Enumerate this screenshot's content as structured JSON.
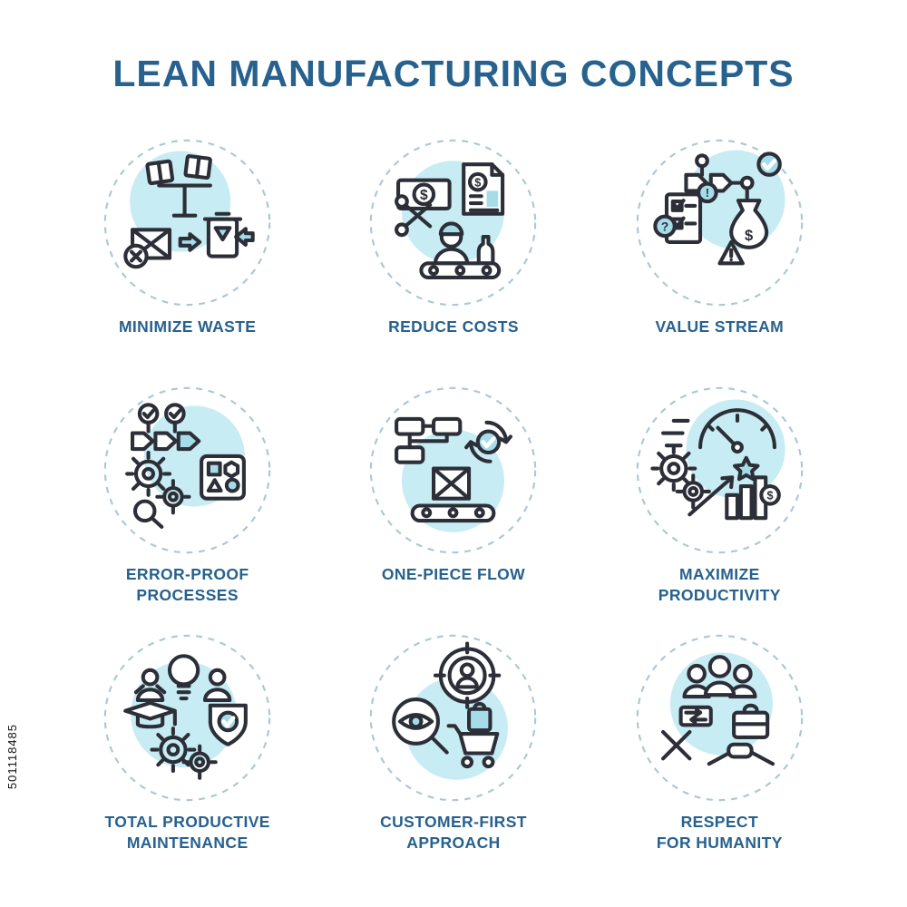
{
  "page": {
    "title": "LEAN MANUFACTURING CONCEPTS",
    "stock_id": "501118485",
    "colors": {
      "heading": "#27618e",
      "line": "#2c2f38",
      "accent_light": "#c8ecf3",
      "accent": "#a6dcea",
      "dash_circle": "#a9c9d4",
      "background": "#ffffff"
    }
  },
  "items": [
    {
      "label": "MINIMIZE WASTE",
      "icon": "minimize-waste-icon"
    },
    {
      "label": "REDUCE COSTS",
      "icon": "reduce-costs-icon"
    },
    {
      "label": "VALUE STREAM",
      "icon": "value-stream-icon"
    },
    {
      "label": "ERROR-PROOF\nPROCESSES",
      "icon": "error-proof-processes-icon"
    },
    {
      "label": "ONE-PIECE FLOW",
      "icon": "one-piece-flow-icon"
    },
    {
      "label": "MAXIMIZE\nPRODUCTIVITY",
      "icon": "maximize-productivity-icon"
    },
    {
      "label": "TOTAL PRODUCTIVE\nMAINTENANCE",
      "icon": "total-productive-maintenance-icon"
    },
    {
      "label": "CUSTOMER-FIRST\nAPPROACH",
      "icon": "customer-first-approach-icon"
    },
    {
      "label": "RESPECT\nFOR HUMANITY",
      "icon": "respect-for-humanity-icon"
    }
  ]
}
